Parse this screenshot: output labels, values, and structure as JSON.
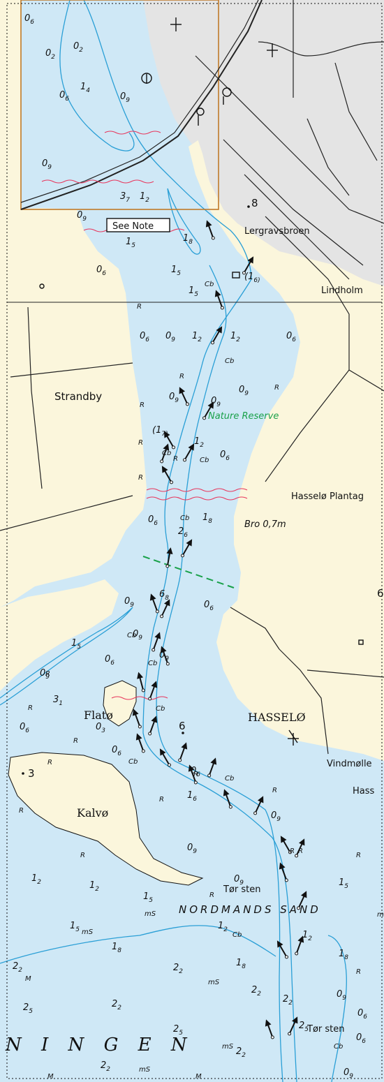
{
  "colors": {
    "water": "#cfe8f6",
    "deep_water": "#ffffff",
    "land": "#fbf6dc",
    "urban": "#e4e4e4",
    "contour": "#2a9fd6",
    "chart_frame": "#c07a28",
    "nature_reserve": "#1aa14a",
    "cable": "#e8365c",
    "buoy": "#111111"
  },
  "places": {
    "lergravsbroen": "Lergravsbroen",
    "lindholm": "Lindholm",
    "strandby": "Strandby",
    "hasselo_plantage": "Hasselø Plantag",
    "hasselo": "HASSELØ",
    "vindmolle": "Vindmølle",
    "hass": "Hass",
    "flato": "Flatø",
    "kalvo": "Kalvø",
    "tor_sten_1": "Tør sten",
    "tor_sten_2": "Tør sten",
    "nordmands_sand": "NORDMANDS  SAND",
    "ningen": "N I N G E N"
  },
  "labels": {
    "see_note": "See Note",
    "nature_reserve": "Nature Reserve",
    "bro": "Bro 0,7m"
  },
  "soundings": [
    {
      "t": "0",
      "s": "6"
    },
    {
      "t": "0",
      "s": "2"
    },
    {
      "t": "0",
      "s": "2"
    },
    {
      "t": "1",
      "s": "4"
    },
    {
      "t": "0",
      "s": "6"
    },
    {
      "t": "0",
      "s": "9"
    },
    {
      "t": "0",
      "s": "9"
    },
    {
      "t": "3",
      "s": "7"
    },
    {
      "t": "1",
      "s": "2"
    },
    {
      "t": "0",
      "s": "9"
    },
    {
      "t": "1",
      "s": "5"
    },
    {
      "t": "1",
      "s": "8"
    },
    {
      "t": "0",
      "s": "6"
    },
    {
      "t": "1",
      "s": "5"
    },
    {
      "t": "(1",
      "s": "6)"
    },
    {
      "t": "1",
      "s": "5"
    },
    {
      "t": "0",
      "s": "6"
    },
    {
      "t": "0",
      "s": "9"
    },
    {
      "t": "1",
      "s": "2"
    },
    {
      "t": "1",
      "s": "2"
    },
    {
      "t": "0",
      "s": "6"
    },
    {
      "t": "0",
      "s": "9"
    },
    {
      "t": "0",
      "s": "9"
    },
    {
      "t": "0",
      "s": "9"
    },
    {
      "t": "(1",
      "s": "7)"
    },
    {
      "t": "1",
      "s": "2"
    },
    {
      "t": "0",
      "s": "6"
    },
    {
      "t": "0",
      "s": "6"
    },
    {
      "t": "1",
      "s": "8"
    },
    {
      "t": "2",
      "s": "6"
    },
    {
      "t": "0",
      "s": "6"
    },
    {
      "t": "0",
      "s": "9"
    },
    {
      "t": "6",
      "s": "8"
    },
    {
      "t": "0",
      "s": "9"
    },
    {
      "t": "0",
      "s": "9"
    },
    {
      "t": "1",
      "s": "5"
    },
    {
      "t": "0",
      "s": "6"
    },
    {
      "t": "0",
      "s": "9"
    },
    {
      "t": "3",
      "s": "1"
    },
    {
      "t": "0",
      "s": "6"
    },
    {
      "t": "0",
      "s": "3"
    },
    {
      "t": "0",
      "s": "6"
    },
    {
      "t": "0",
      "s": "6"
    },
    {
      "t": "1",
      "s": "6"
    },
    {
      "t": "0",
      "s": "9"
    },
    {
      "t": "0",
      "s": "9"
    },
    {
      "t": "0",
      "s": "9"
    },
    {
      "t": "1",
      "s": "2"
    },
    {
      "t": "1",
      "s": "2"
    },
    {
      "t": "1",
      "s": "5"
    },
    {
      "t": "1",
      "s": "5"
    },
    {
      "t": "1",
      "s": "2"
    },
    {
      "t": "1",
      "s": "2"
    },
    {
      "t": "1",
      "s": "5"
    },
    {
      "t": "1",
      "s": "8"
    },
    {
      "t": "1",
      "s": "8"
    },
    {
      "t": "1",
      "s": "8"
    },
    {
      "t": "2",
      "s": "2"
    },
    {
      "t": "2",
      "s": "2"
    },
    {
      "t": "2",
      "s": "2"
    },
    {
      "t": "2",
      "s": "2"
    },
    {
      "t": "2",
      "s": "2"
    },
    {
      "t": "0",
      "s": "9"
    },
    {
      "t": "0",
      "s": "6"
    },
    {
      "t": "2",
      "s": "5"
    },
    {
      "t": "2",
      "s": "5"
    },
    {
      "t": "2",
      "s": "5"
    },
    {
      "t": "2",
      "s": "2"
    },
    {
      "t": "2",
      "s": "2"
    },
    {
      "t": "0",
      "s": "9"
    },
    {
      "t": "0",
      "s": "6"
    }
  ],
  "seabed": [
    "Cb",
    "Cb",
    "Cb",
    "Cb",
    "Cb",
    "Cb",
    "Cb",
    "Cb",
    "Cb",
    "Cb",
    "Cb",
    "Cb",
    "R",
    "R",
    "R",
    "R",
    "R",
    "R",
    "R",
    "R",
    "R",
    "R",
    "R",
    "R",
    "R",
    "R",
    "R",
    "R",
    "R",
    "R",
    "R",
    "R",
    "mS",
    "mS",
    "mS",
    "mS",
    "mS",
    "mS",
    "M",
    "M",
    "M",
    "R"
  ],
  "spot_heights": [
    "8",
    "6",
    "3",
    "6"
  ]
}
